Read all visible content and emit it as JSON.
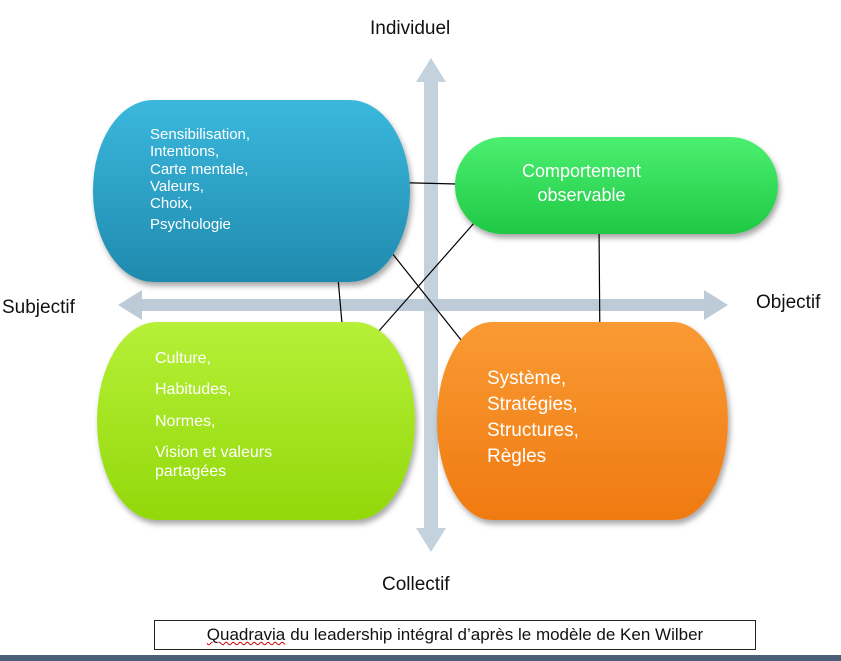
{
  "axes": {
    "top": "Individuel",
    "bottom": "Collectif",
    "left": "Subjectif",
    "right": "Objectif"
  },
  "quadrants": {
    "upper_left": {
      "items": [
        "Sensibilisation,",
        "Intentions,",
        "Carte mentale,",
        "Valeurs,",
        "Choix,",
        "Psychologie"
      ],
      "color": "#2fa6cc"
    },
    "upper_right": {
      "items": [
        "Comportement",
        "observable"
      ],
      "color": "#2ee05a"
    },
    "lower_left": {
      "items": [
        "Culture,",
        "Habitudes,",
        "Normes,",
        "Vision et valeurs partagées"
      ],
      "color": "#a8e81e"
    },
    "lower_right": {
      "items": [
        "Système,",
        "Stratégies,",
        "Structures,",
        "Règles"
      ],
      "color": "#f7891e"
    }
  },
  "caption": {
    "underlined": "Quadravia",
    "rest": "du leadership intégral d’après  le modèle de Ken Wilber"
  }
}
